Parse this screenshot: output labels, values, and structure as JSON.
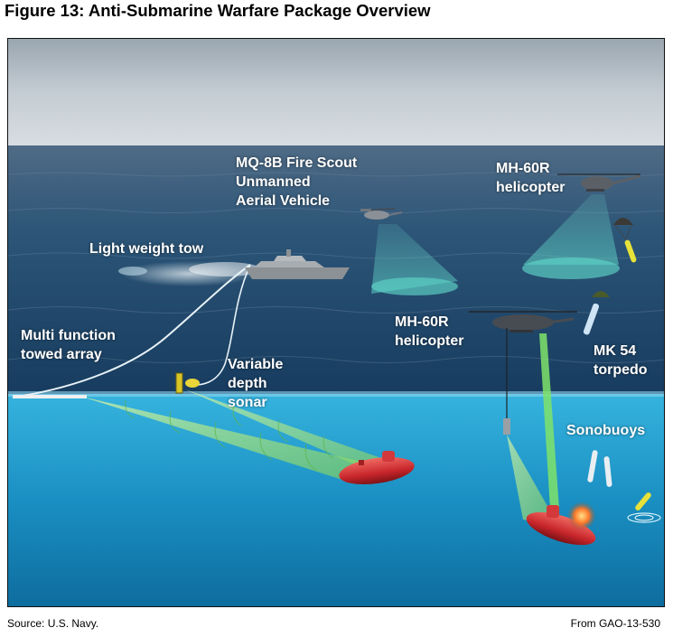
{
  "figure": {
    "title": "Figure 13: Anti-Submarine Warfare Package Overview",
    "source": "Source: U.S. Navy.",
    "report": "From GAO-13-530"
  },
  "labels": {
    "fire_scout": [
      "MQ-8B Fire Scout",
      "Unmanned",
      "Aerial Vehicle"
    ],
    "mh60r_right": [
      "MH-60R",
      "helicopter"
    ],
    "light_tow": [
      "Light weight tow"
    ],
    "towed_array": [
      "Multi function",
      "towed array"
    ],
    "mh60r_center": [
      "MH-60R",
      "helicopter"
    ],
    "mk54": [
      "MK 54",
      "torpedo"
    ],
    "vds": [
      "Variable",
      "depth",
      "sonar"
    ],
    "sonobuoys": [
      "Sonobuoys"
    ]
  },
  "colors": {
    "sky": "#b7c3cd",
    "sea_surface": "#1f4e79",
    "underwater": "#1fa3cf",
    "sonar_beam": "#9be36b",
    "submarine": "#c8262b",
    "label_text": "#ffffff"
  },
  "icons": [
    "ship-icon",
    "fire-scout-uav-icon",
    "mh60r-helicopter-icon",
    "submarine-icon",
    "sonobuoy-icon",
    "torpedo-icon",
    "parachute-icon"
  ]
}
